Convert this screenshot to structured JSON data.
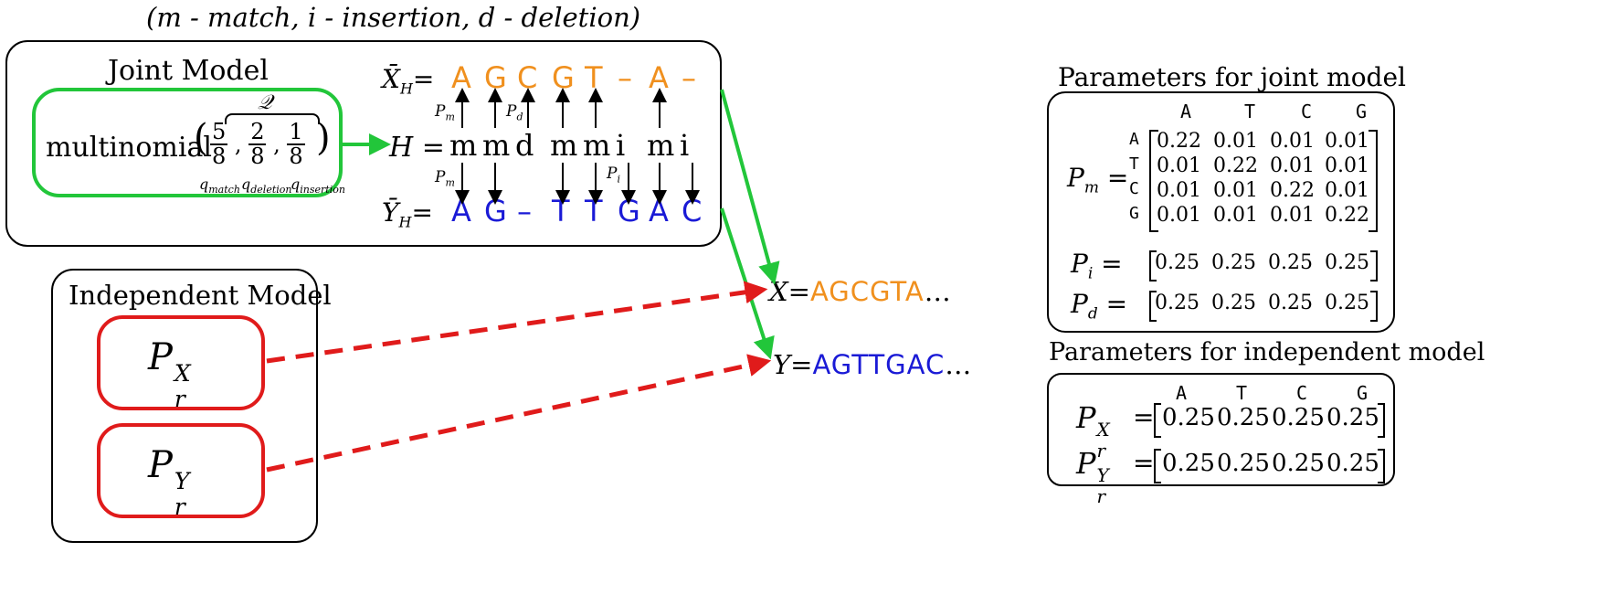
{
  "caption": "(m - match, i - insertion, d - deletion)",
  "joint": {
    "title": "Joint Model",
    "multinomial_label": "multinomial",
    "q_symbol": "𝒬",
    "fractions": [
      {
        "num": "5",
        "den": "8"
      },
      {
        "num": "2",
        "den": "8"
      },
      {
        "num": "1",
        "den": "8"
      }
    ],
    "q_labels": [
      "q",
      "match",
      "q",
      "deletion",
      "q",
      "insertion"
    ],
    "xh_label": "X̄",
    "xh_sub": "H",
    "h_label": "H",
    "yh_label": "Ȳ",
    "yh_sub": "H",
    "eq": "=",
    "xh_seq": [
      "A",
      "G",
      "C",
      "G",
      "T",
      "–",
      "A",
      "–"
    ],
    "h_seq": [
      "m",
      "m",
      "d",
      "m",
      "m",
      "i",
      "m",
      "i"
    ],
    "yh_seq": [
      "A",
      "G",
      "–",
      "T",
      "T",
      "G",
      "A",
      "C"
    ],
    "p_labels": {
      "pm_top": "P",
      "pm_top_sub": "m",
      "pd": "P",
      "pd_sub": "d",
      "pm_bot": "P",
      "pm_bot_sub": "m",
      "pi": "P",
      "pi_sub": "i"
    }
  },
  "independent": {
    "title": "Independent Model",
    "prx": {
      "base": "P",
      "sup": "X",
      "sub": "r"
    },
    "pry": {
      "base": "P",
      "sup": "Y",
      "sub": "r"
    }
  },
  "outputs": {
    "x_label": "X",
    "x_seq": "AGCGTA",
    "y_label": "Y",
    "y_seq": "AGTTGAC",
    "ellipsis": "…"
  },
  "params_joint": {
    "title": "Parameters for joint model",
    "cols": [
      "A",
      "T",
      "C",
      "G"
    ],
    "rows": [
      "A",
      "T",
      "C",
      "G"
    ],
    "pm_label": "P",
    "pm_sub": "m",
    "pm": [
      [
        "0.22",
        "0.01",
        "0.01",
        "0.01"
      ],
      [
        "0.01",
        "0.22",
        "0.01",
        "0.01"
      ],
      [
        "0.01",
        "0.01",
        "0.22",
        "0.01"
      ],
      [
        "0.01",
        "0.01",
        "0.01",
        "0.22"
      ]
    ],
    "pi_label": "P",
    "pi_sub": "i",
    "pi": [
      "0.25",
      "0.25",
      "0.25",
      "0.25"
    ],
    "pd_label": "P",
    "pd_sub": "d",
    "pd": [
      "0.25",
      "0.25",
      "0.25",
      "0.25"
    ]
  },
  "params_indep": {
    "title": "Parameters for independent model",
    "cols": [
      "A",
      "T",
      "C",
      "G"
    ],
    "prx": [
      "0.25",
      "0.25",
      "0.25",
      "0.25"
    ],
    "pry": [
      "0.25",
      "0.25",
      "0.25",
      "0.25"
    ]
  },
  "colors": {
    "orange": "#f0901e",
    "blue": "#1a1ad6",
    "green": "#22c63a",
    "red": "#e01b1b"
  }
}
